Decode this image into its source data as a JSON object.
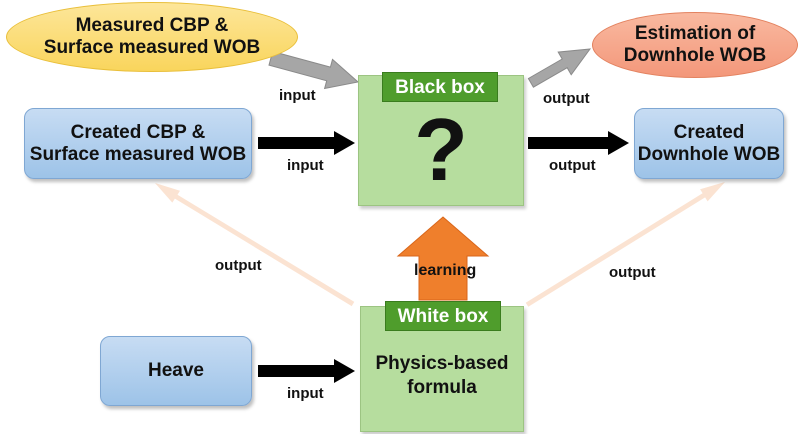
{
  "nodes": {
    "measured_inputs": {
      "line1": "Measured CBP &",
      "line2": "Surface measured WOB"
    },
    "estimation_output": {
      "line1": "Estimation of",
      "line2": "Downhole WOB"
    },
    "created_inputs": {
      "line1": "Created CBP &",
      "line2": "Surface measured WOB"
    },
    "created_output": {
      "line1": "Created",
      "line2": "Downhole WOB"
    },
    "heave": {
      "label": "Heave"
    },
    "black_box": {
      "title": "Black box",
      "symbol": "?"
    },
    "white_box": {
      "title": "White box",
      "line1": "Physics-based",
      "line2": "formula"
    }
  },
  "edges": {
    "measured_to_blackbox": "input",
    "blackbox_to_estimation": "output",
    "created_to_blackbox": "input",
    "blackbox_to_created": "output",
    "whitebox_to_created_inputs": "output",
    "whitebox_to_created_output": "output",
    "whitebox_to_blackbox": "learning",
    "heave_to_whitebox": "input"
  },
  "colors": {
    "blue_box": "#9dc3e8",
    "green_box": "#b6dd9e",
    "green_tag": "#4f9d2c",
    "yellow_ellipse": "#f9d55c",
    "orange_ellipse": "#f3977a",
    "orange_arrow": "#ef7f2c",
    "faint_arrow": "#fbe3d2",
    "gray_arrow": "#a6a6a6",
    "black_arrow": "#000000"
  }
}
